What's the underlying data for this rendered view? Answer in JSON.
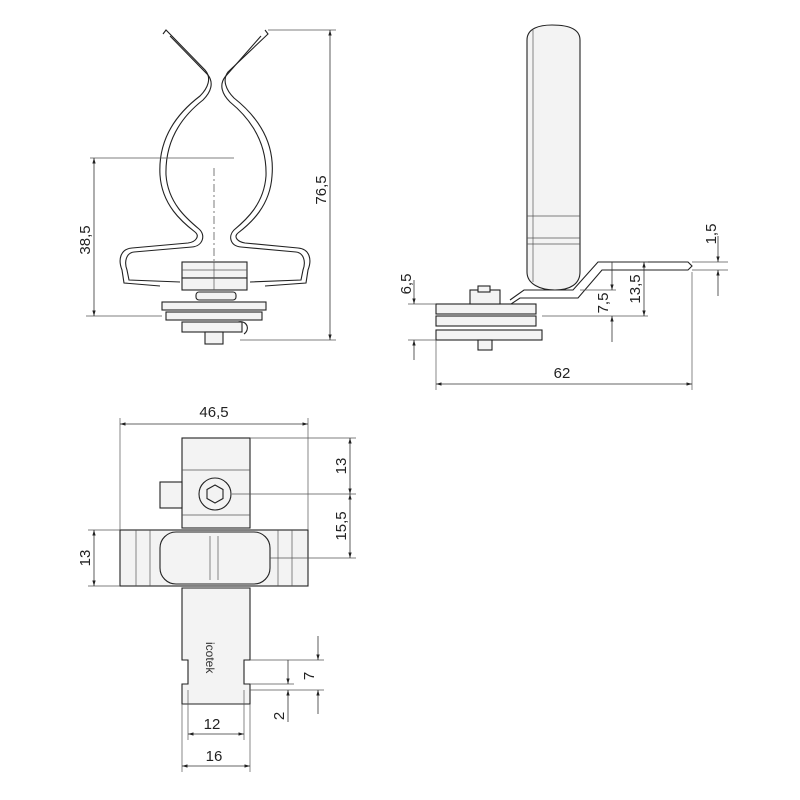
{
  "drawing": {
    "front_view": {
      "dim_height_center": "38,5",
      "dim_height_total": "76,5"
    },
    "side_view": {
      "dim_thickness": "1,5",
      "dim_base_offset": "6,5",
      "dim_step_small": "7,5",
      "dim_step_large": "13,5",
      "dim_length": "62"
    },
    "top_view": {
      "dim_width": "46,5",
      "dim_clamp_height": "13",
      "dim_bolt_offset": "15,5",
      "dim_saddle_width": "13",
      "dim_slot_length": "7",
      "dim_slot_gap": "2",
      "dim_inner_width": "12",
      "dim_outer_width": "16",
      "brand_mark": "icotek"
    },
    "colors": {
      "line": "#222222",
      "background": "#ffffff"
    }
  }
}
